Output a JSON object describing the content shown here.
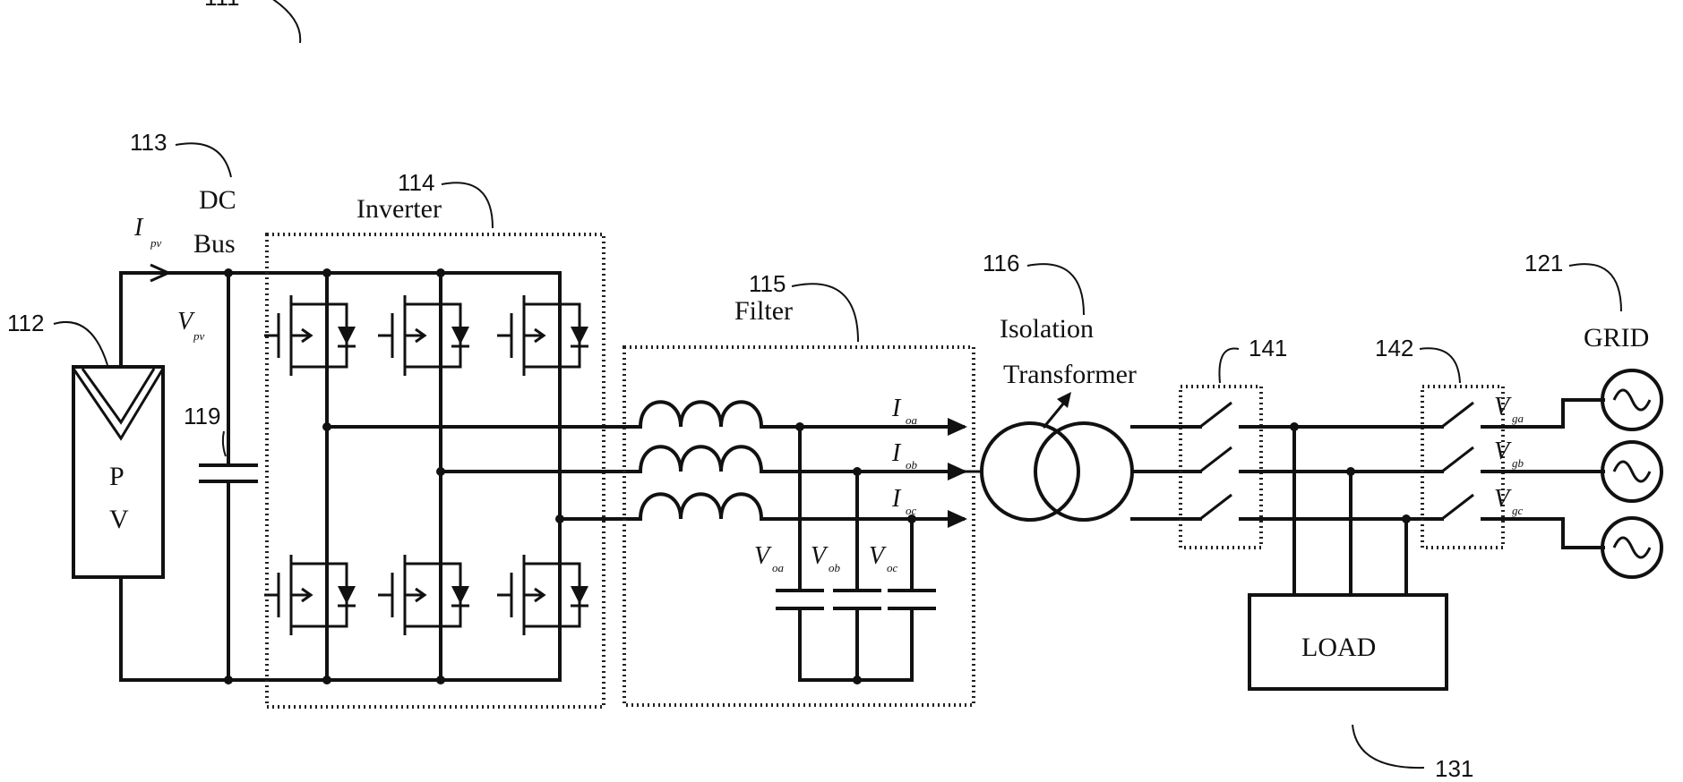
{
  "refs": {
    "r111": "111",
    "r112": "112",
    "r113": "113",
    "r114": "114",
    "r115": "115",
    "r116": "116",
    "r119": "119",
    "r121": "121",
    "r131": "131",
    "r141": "141",
    "r142": "142"
  },
  "labels": {
    "dc": "DC",
    "bus": "Bus",
    "inverter": "Inverter",
    "filter": "Filter",
    "isolation": "Isolation",
    "transformer": "Transformer",
    "grid": "GRID",
    "load": "LOAD",
    "pv_p": "P",
    "pv_v": "V"
  },
  "variables": {
    "ipv": {
      "main": "I",
      "sub": "pv"
    },
    "vpv": {
      "main": "V",
      "sub": "pv"
    },
    "ioa": {
      "main": "I",
      "sub": "oa"
    },
    "iob": {
      "main": "I",
      "sub": "ob"
    },
    "ioc": {
      "main": "I",
      "sub": "oc"
    },
    "voa": {
      "main": "V",
      "sub": "oa"
    },
    "vob": {
      "main": "V",
      "sub": "ob"
    },
    "voc": {
      "main": "V",
      "sub": "oc"
    },
    "vga": {
      "main": "V",
      "sub": "ga"
    },
    "vgb": {
      "main": "V",
      "sub": "gb"
    },
    "vgc": {
      "main": "V",
      "sub": "gc"
    }
  }
}
